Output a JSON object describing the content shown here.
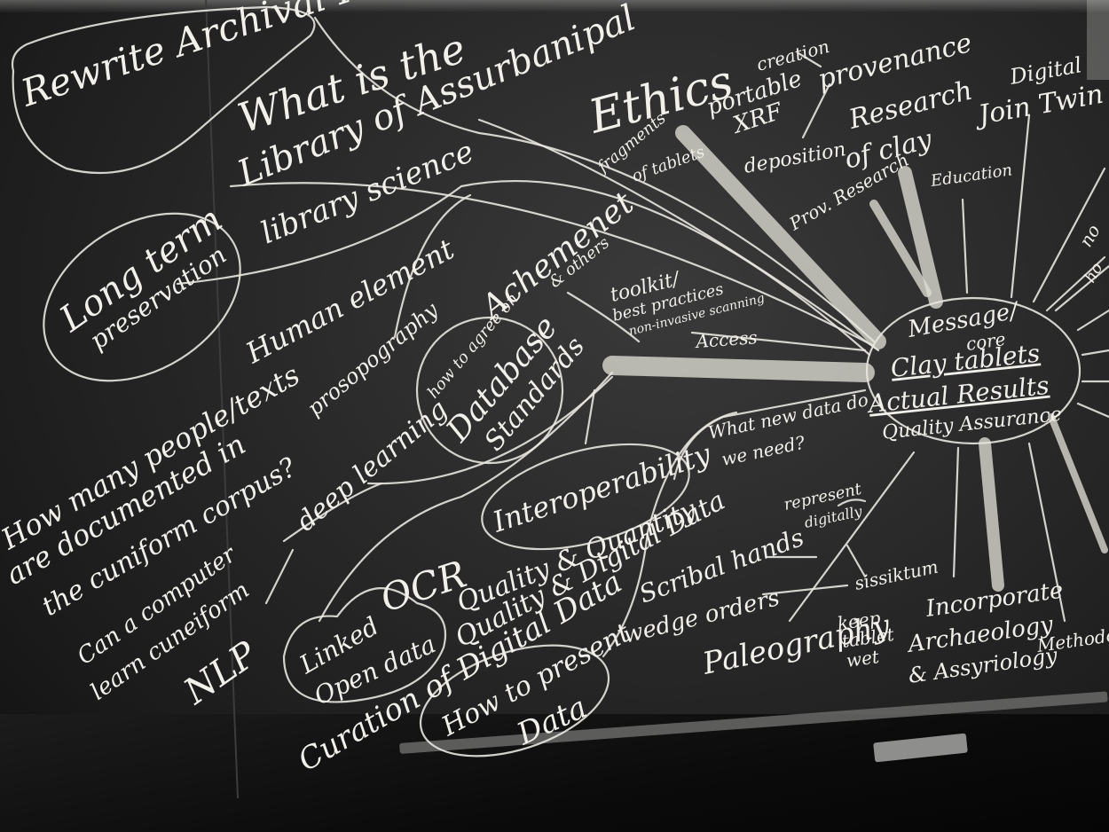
{
  "board": {
    "texts": {
      "rewrite": "Rewrite Archival History",
      "what_is": "What is the",
      "library_of": "Library of Assurbanipal",
      "library_science": "library science",
      "long_term": "Long term",
      "preservation": "preservation",
      "human_element": "Human element",
      "how_many_1": "How many people/texts",
      "how_many_2": "are documented in",
      "how_many_3": "the cuniform corpus?",
      "prosopography": "prosopography",
      "deep_learning": "deep learning",
      "can_computer_1": "Can a computer",
      "can_computer_2": "learn cuneiform",
      "nlp": "NLP",
      "achemenet": "Achemenet",
      "and_others": "& others",
      "how_to_agree": "how to agree on",
      "database": "Database",
      "standards": "Standards",
      "toolkit": "toolkit/",
      "best_practices": "best practices",
      "non_invasive": "non-invasive scanning",
      "access": "Access",
      "ethics": "Ethics",
      "fragments": "fragments",
      "of_tablets": "of tablets",
      "creation": "creation",
      "portable": "portable",
      "xrf": "XRF",
      "provenance": "provenance",
      "research": "Research",
      "of_clay": "of clay",
      "deposition": "deposition",
      "prov_research": "Prov. Research",
      "education": "Education",
      "digital": "Digital",
      "join_twin": "Join Twin",
      "message": "Message/",
      "core": "core",
      "clay_tablets": "Clay tablets",
      "actual_results": "Actual Results",
      "quality_assurance": "Quality Assurance",
      "what_new_data": "What new data do",
      "we_need": "we need?",
      "interoperability": "Interoperability",
      "ocr": "OCR",
      "quality_quantity": "Quality & Quantity",
      "quality_digital": "Quality & Digital Data",
      "linked": "Linked",
      "open_data": "Open data",
      "curation": "Curation of Digital Data",
      "how_to_present": "How to present",
      "data": "Data",
      "represent": "represent",
      "digitally": "digitally",
      "scribal_hands": "Scribal hands",
      "sissiktum": "sissiktum",
      "wedge_orders": "wedge orders",
      "paleography": "Paleography",
      "keep": "keep",
      "tablet": "tablet",
      "wet": "wet",
      "incorporate": "Incorporate",
      "archaeology": "Archaeology",
      "assyriology": "& Assyriology",
      "methodology": "Methodology",
      "no": "no",
      "ho": "ho"
    }
  }
}
